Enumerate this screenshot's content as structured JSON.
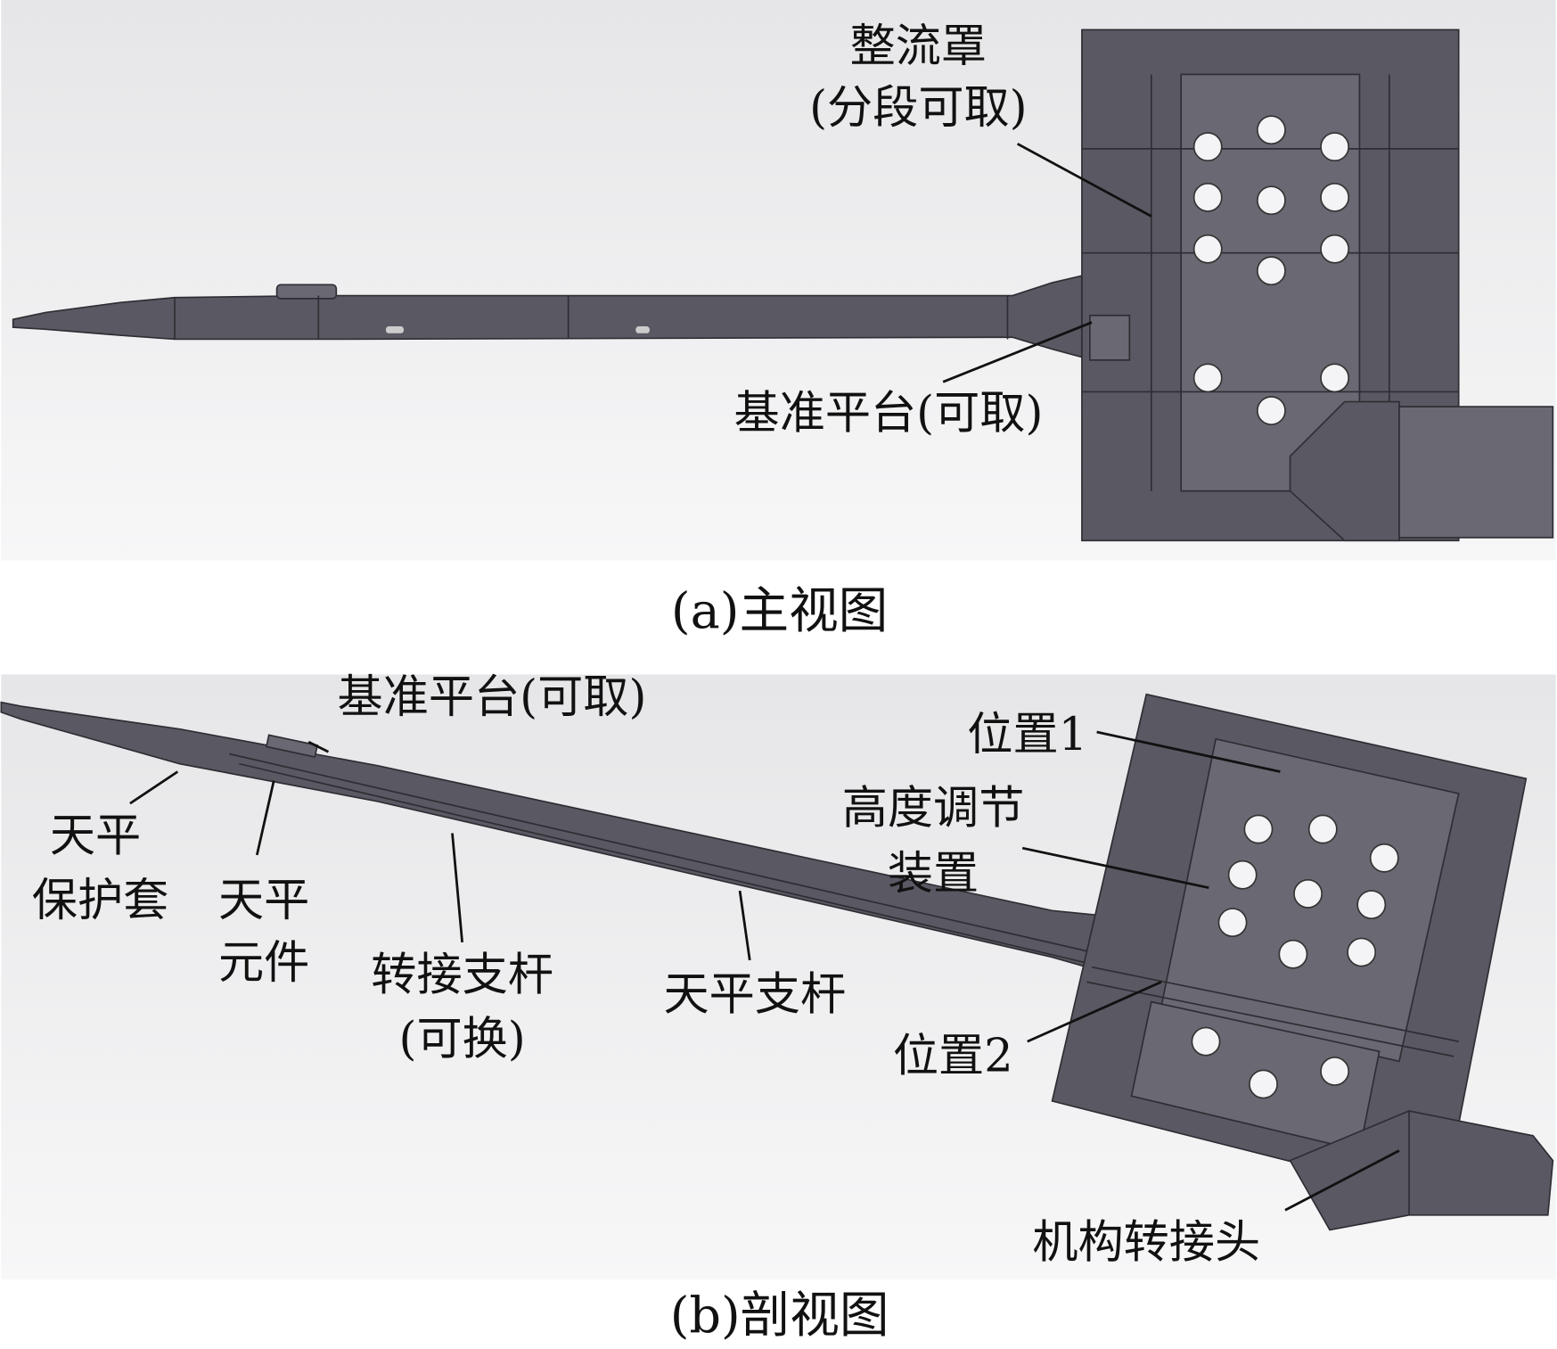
{
  "panel_a": {
    "caption": "(a)主视图",
    "labels": {
      "fairing_line1": "整流罩",
      "fairing_line2": "(分段可取)",
      "reference_platform": "基准平台(可取)"
    }
  },
  "panel_b": {
    "caption": "(b)剖视图",
    "labels": {
      "reference_platform": "基准平台(可取)",
      "position1": "位置1",
      "height_adjust_line1": "高度调节",
      "height_adjust_line2": "装置",
      "balance_sheath_line1": "天平",
      "balance_sheath_line2": "保护套",
      "balance_element_line1": "天平",
      "balance_element_line2": "元件",
      "adapter_rod_line1": "转接支杆",
      "adapter_rod_line2": "(可换)",
      "balance_rod": "天平支杆",
      "position2": "位置2",
      "mechanism_adapter": "机构转接头"
    }
  },
  "colors": {
    "part": "#5a5862",
    "background": "#ececee"
  }
}
